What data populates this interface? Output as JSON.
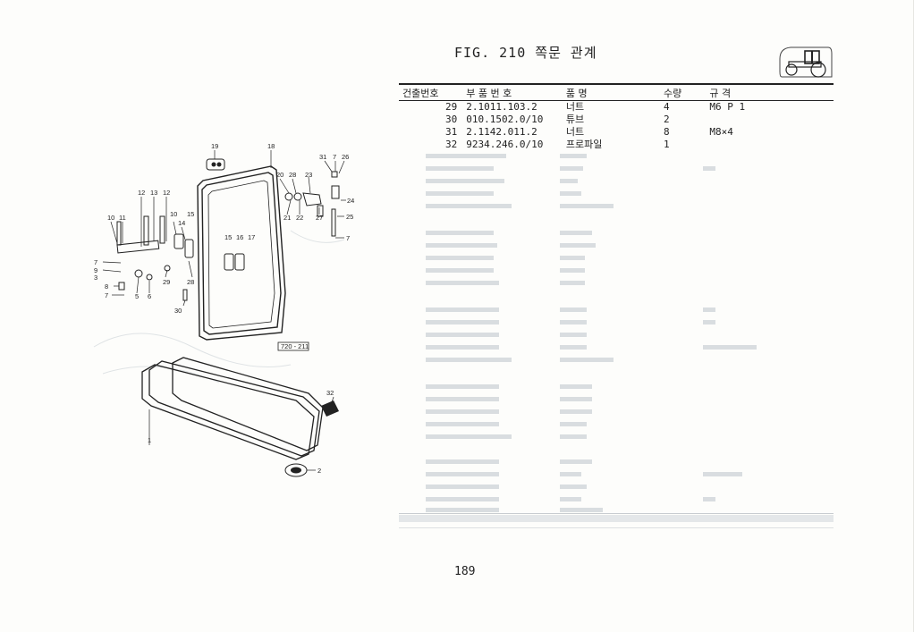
{
  "figure": {
    "title": "FIG. 210 쪽문 관계",
    "page_number": "189",
    "diagram_code": "720 - 211"
  },
  "table": {
    "headers": [
      "건출번호",
      "부 품 번 호",
      "품     명",
      "수량",
      "규          격"
    ],
    "rows": [
      {
        "no": "29",
        "part": "2.1011.103.2",
        "name": "너트",
        "qty": "4",
        "spec": "M6 P 1"
      },
      {
        "no": "30",
        "part": "010.1502.0/10",
        "name": "튜브",
        "qty": "2",
        "spec": ""
      },
      {
        "no": "31",
        "part": "2.1142.011.2",
        "name": "너트",
        "qty": "8",
        "spec": "M8×4"
      },
      {
        "no": "32",
        "part": "9234.246.0/10",
        "name": "프로파일",
        "qty": "1",
        "spec": ""
      }
    ]
  },
  "callouts": [
    "19",
    "18",
    "31",
    "7",
    "26",
    "20",
    "28",
    "23",
    "24",
    "12",
    "13",
    "12",
    "10",
    "11",
    "10",
    "14",
    "15",
    "21",
    "22",
    "27",
    "25",
    "7",
    "15",
    "16",
    "17",
    "7",
    "9",
    "3",
    "29",
    "28",
    "8",
    "7",
    "5",
    "6",
    "30",
    "32",
    "1",
    "2"
  ]
}
